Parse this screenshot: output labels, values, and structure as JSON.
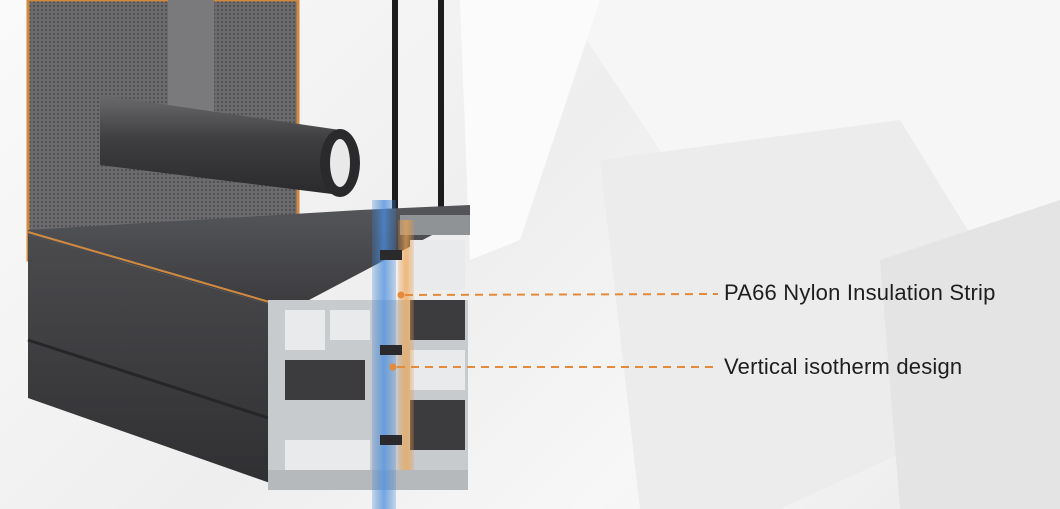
{
  "image": {
    "subject": "aluminum window frame cross-section with thermal break",
    "colors": {
      "frame_dark": "#3b3b3d",
      "frame_face": "#4a4a4c",
      "aluminum": "#cfd3d6",
      "accent_orange": "#e58a3a",
      "thermal_blue": "#4a8fd8",
      "background": "#f2f2f2"
    }
  },
  "callouts": [
    {
      "label": "PA66 Nylon Insulation Strip"
    },
    {
      "label": "Vertical isotherm design"
    }
  ]
}
